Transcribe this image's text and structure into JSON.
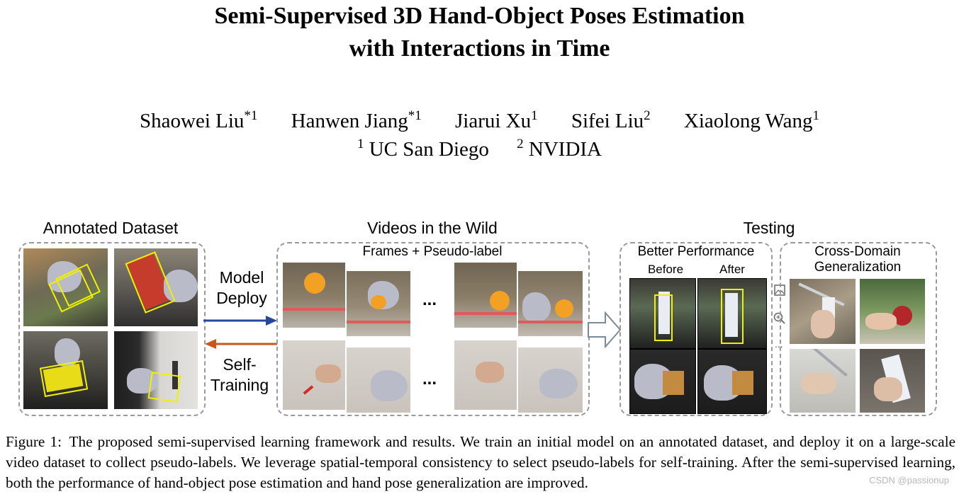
{
  "paper": {
    "title_line1": "Semi-Supervised 3D Hand-Object Poses Estimation",
    "title_line2": "with Interactions in Time",
    "authors": [
      {
        "name": "Shaowei Liu",
        "sup": "*1"
      },
      {
        "name": "Hanwen Jiang",
        "sup": "*1"
      },
      {
        "name": "Jiarui Xu",
        "sup": "1"
      },
      {
        "name": "Sifei Liu",
        "sup": "2"
      },
      {
        "name": "Xiaolong Wang",
        "sup": "1"
      }
    ],
    "affiliations": [
      {
        "sup": "1",
        "name": "UC San Diego"
      },
      {
        "sup": "2",
        "name": "NVIDIA"
      }
    ]
  },
  "figure": {
    "annotated_title": "Annotated Dataset",
    "videos_title": "Videos in the Wild",
    "frames_label": "Frames + Pseudo-label",
    "testing_title": "Testing",
    "better_performance": "Better Performance",
    "before": "Before",
    "after": "After",
    "cross_domain_line1": "Cross-Domain",
    "cross_domain_line2": "Generalization",
    "model_deploy_line1": "Model",
    "model_deploy_line2": "Deploy",
    "self_training_line1": "Self-",
    "self_training_line2": "Training",
    "ellipsis": "...",
    "icon_more": "...",
    "arrow_colors": {
      "deploy": "#2546a0",
      "self_training": "#c9561a"
    },
    "icons": [
      "image-icon",
      "zoom-icon"
    ]
  },
  "caption": "Figure 1: The proposed semi-supervised learning framework and results. We train an initial model on an annotated dataset, and deploy it on a large-scale video dataset to collect pseudo-labels. We leverage spatial-temporal consistency to select pseudo-labels for self-training. After the semi-supervised learning, both the performance of hand-object pose estimation and hand pose generalization are improved.",
  "watermark": "CSDN @passionup"
}
